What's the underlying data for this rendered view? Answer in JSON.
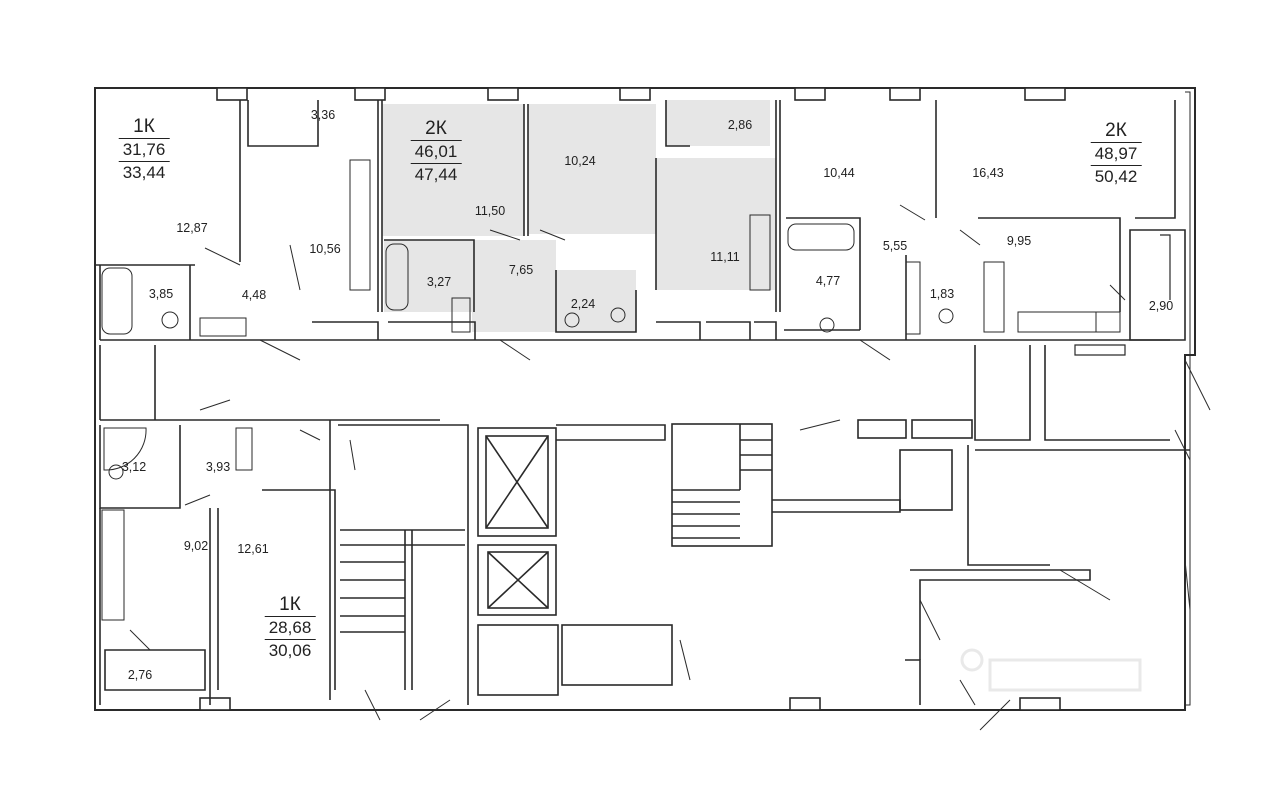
{
  "colors": {
    "wall": "#2a2a2a",
    "shade": "#e6e6e6",
    "bg": "#ffffff"
  },
  "units": [
    {
      "id": "u1",
      "type": "1К",
      "living": "31,76",
      "total": "33,44"
    },
    {
      "id": "u2",
      "type": "2К",
      "living": "46,01",
      "total": "47,44"
    },
    {
      "id": "u3",
      "type": "2К",
      "living": "48,97",
      "total": "50,42"
    },
    {
      "id": "u4",
      "type": "1К",
      "living": "28,68",
      "total": "30,06"
    }
  ],
  "rooms": [
    "3,36",
    "12,87",
    "10,56",
    "3,85",
    "4,48",
    "10,24",
    "2,86",
    "11,50",
    "3,27",
    "7,65",
    "2,24",
    "11,11",
    "10,44",
    "16,43",
    "5,55",
    "9,95",
    "4,77",
    "1,83",
    "2,90",
    "3,12",
    "3,93",
    "9,02",
    "12,61",
    "2,76"
  ],
  "watermark_icon": "cian-watermark-icon"
}
